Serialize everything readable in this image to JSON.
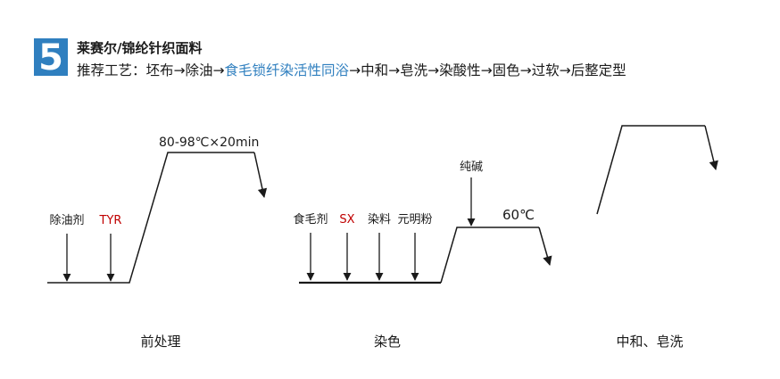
{
  "header": {
    "section_number": "5",
    "title": "莱赛尔/锦纶针织面料",
    "process_prefix": "推荐工艺：",
    "process_steps": [
      "坯布",
      "除油",
      "食毛锁纤染活性同浴",
      "中和",
      "皂洗",
      "染酸性",
      "固色",
      "过软",
      "后整定型"
    ],
    "highlight_step_index": 2,
    "arrow": "→"
  },
  "colors": {
    "badge_blue": "#2f7fbf",
    "highlight_blue": "#2f7fbf",
    "chemical_red": "#c00000",
    "line": "#1a1a1a"
  },
  "diagrams": {
    "pretreatment": {
      "caption": "前处理",
      "temp_label": "80-98℃×20min",
      "chemicals": [
        {
          "label": "除油剂",
          "red": false
        },
        {
          "label": "TYR",
          "red": true
        }
      ]
    },
    "dyeing": {
      "caption": "染色",
      "temp_label": "60℃",
      "alkali_label": "纯碱",
      "chemicals": [
        {
          "label": "食毛剂",
          "red": false
        },
        {
          "label": "SX",
          "red": true
        },
        {
          "label": "染料",
          "red": false
        },
        {
          "label": "元明粉",
          "red": false
        }
      ]
    },
    "neutral_soap": {
      "caption": "中和、皂洗"
    }
  }
}
